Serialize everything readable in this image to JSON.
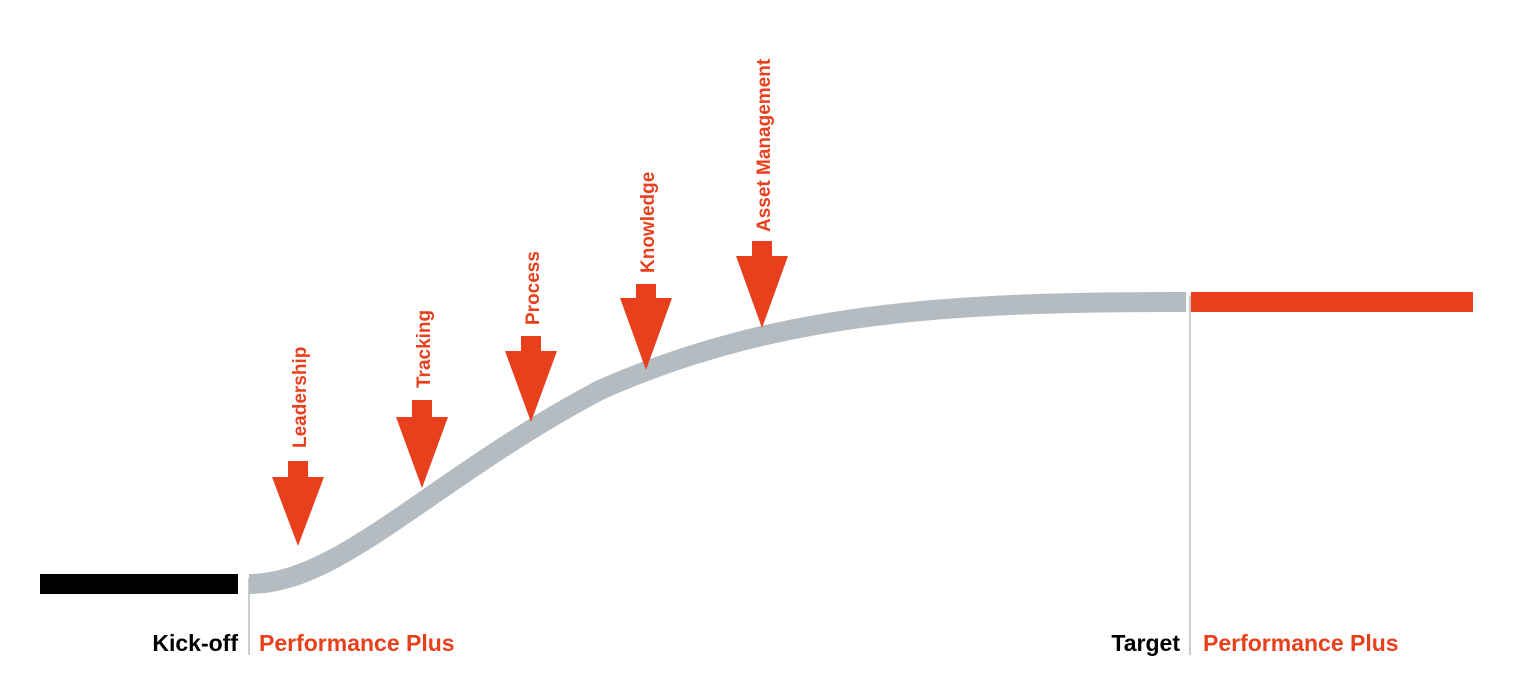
{
  "colors": {
    "accent": "#e8401c",
    "baseline": "#000000",
    "curve": "#b5bcc1",
    "divider": "#b5bcc1",
    "text_dark": "#000000"
  },
  "stages": {
    "start": {
      "label": "Kick-off",
      "program": "Performance Plus"
    },
    "end": {
      "label": "Target",
      "program": "Performance Plus"
    }
  },
  "drivers": [
    {
      "label": "Leadership"
    },
    {
      "label": "Tracking"
    },
    {
      "label": "Process"
    },
    {
      "label": "Knowledge"
    },
    {
      "label": "Asset Management"
    }
  ]
}
